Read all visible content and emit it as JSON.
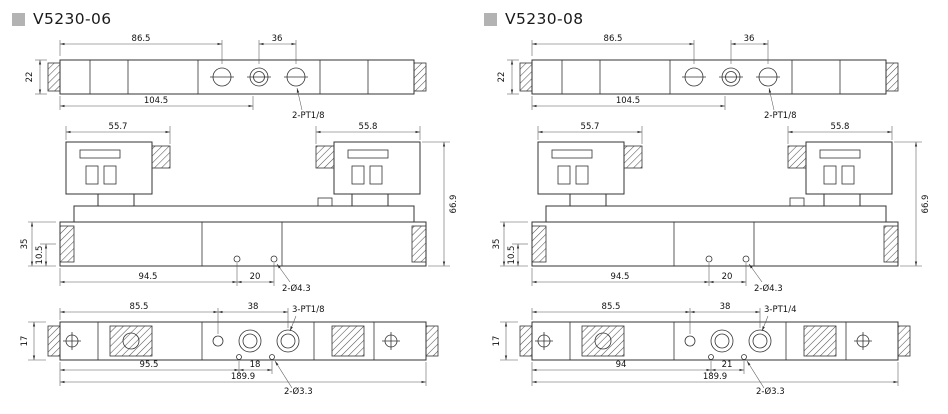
{
  "colors": {
    "background": "#ffffff",
    "bullet": "#b3b3b3",
    "line": "#333333"
  },
  "panels": [
    {
      "title": "V5230-06",
      "top_view": {
        "width_to_first_port": "86.5",
        "port_spacing": "36",
        "body_height": "22",
        "width_lower": "104.5",
        "port_thread_label": "2-PT1/8"
      },
      "front_view": {
        "left_coil_width": "55.7",
        "right_coil_width": "55.8",
        "overall_height": "66.9",
        "body_height": "35",
        "port_axis_offset": "10.5",
        "mount_hole_span": "94.5",
        "mount_hole_gap": "20",
        "mount_hole_label": "2-Ø4.3"
      },
      "bottom_view": {
        "width_to_port": "85.5",
        "port_spacing": "38",
        "port_thread_label": "3-PT1/8",
        "body_height": "17",
        "hole_span": "95.5",
        "hole_gap": "18",
        "hole_label": "2-Ø3.3",
        "overall_length": "189.9"
      }
    },
    {
      "title": "V5230-08",
      "top_view": {
        "width_to_first_port": "86.5",
        "port_spacing": "36",
        "body_height": "22",
        "width_lower": "104.5",
        "port_thread_label": "2-PT1/8"
      },
      "front_view": {
        "left_coil_width": "55.7",
        "right_coil_width": "55.8",
        "overall_height": "66.9",
        "body_height": "35",
        "port_axis_offset": "10.5",
        "mount_hole_span": "94.5",
        "mount_hole_gap": "20",
        "mount_hole_label": "2-Ø4.3"
      },
      "bottom_view": {
        "width_to_port": "85.5",
        "port_spacing": "38",
        "port_thread_label": "3-PT1/4",
        "body_height": "17",
        "hole_span": "94",
        "hole_gap": "21",
        "hole_label": "2-Ø3.3",
        "overall_length": "189.9"
      }
    }
  ]
}
